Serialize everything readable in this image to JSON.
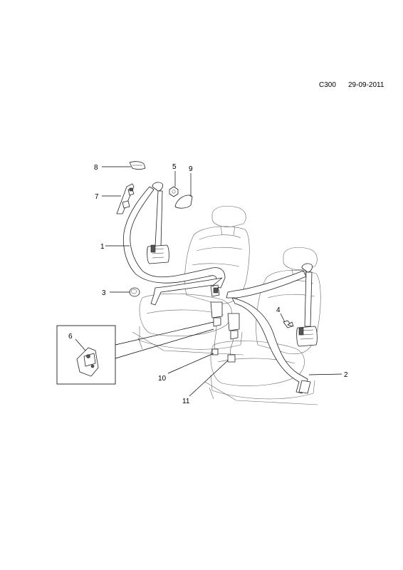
{
  "header": {
    "code": "C300",
    "date": "29-09-2011"
  },
  "callouts": [
    {
      "id": "1",
      "label": "1"
    },
    {
      "id": "2",
      "label": "2"
    },
    {
      "id": "3",
      "label": "3"
    },
    {
      "id": "4",
      "label": "4"
    },
    {
      "id": "5",
      "label": "5"
    },
    {
      "id": "6",
      "label": "6"
    },
    {
      "id": "7",
      "label": "7"
    },
    {
      "id": "8",
      "label": "8"
    },
    {
      "id": "9",
      "label": "9"
    },
    {
      "id": "10",
      "label": "10"
    },
    {
      "id": "11",
      "label": "11"
    }
  ]
}
